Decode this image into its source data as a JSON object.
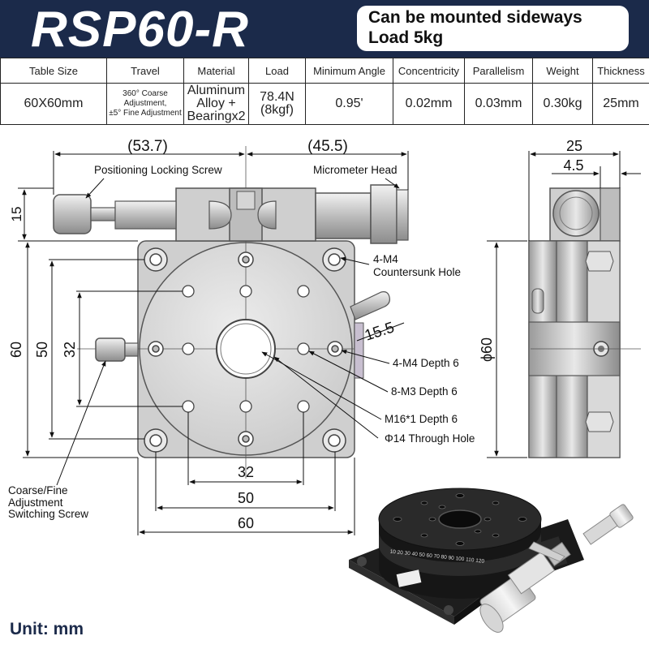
{
  "header": {
    "model": "RSP60-R",
    "note_line1": "Can be mounted sideways",
    "note_line2": "Load 5kg"
  },
  "specs": {
    "headers": [
      "Table Size",
      "Travel",
      "Material",
      "Load",
      "Minimum Angle",
      "Concentricity",
      "Parallelism",
      "Weight",
      "Thickness"
    ],
    "table_size": "60X60mm",
    "travel_line1": "360° Coarse",
    "travel_line2": "Adjustment,",
    "travel_line3": "±5° Fine Adjustment",
    "material_line1": "Aluminum",
    "material_line2": "Alloy +",
    "material_line3": "Bearingx2",
    "load_line1": "78.4N",
    "load_line2": "(8kgf)",
    "min_angle": "0.95'",
    "concentricity": "0.02mm",
    "parallelism": "0.03mm",
    "weight": "0.30kg",
    "thickness": "25mm"
  },
  "top_view": {
    "dim_left": "(53.7)",
    "dim_right": "(45.5)",
    "dim_15": "15",
    "dim_60_v": "60",
    "dim_50_v": "50",
    "dim_32_v": "32",
    "dim_32_h": "32",
    "dim_50_h": "50",
    "dim_60_h": "60",
    "dim_15_5": "15.5",
    "label_locking_screw": "Positioning Locking Screw",
    "label_micrometer": "Micrometer Head",
    "label_countersunk_1": "4-M4",
    "label_countersunk_2": "Countersunk Hole",
    "label_m4_depth": "4-M4 Depth 6",
    "label_m3_depth": "8-M3 Depth 6",
    "label_m16": "M16*1 Depth 6",
    "label_through": "Φ14 Through Hole",
    "label_switch_1": "Coarse/Fine",
    "label_switch_2": "Adjustment",
    "label_switch_3": "Switching Screw"
  },
  "side_view": {
    "dim_25": "25",
    "dim_4_5": "4.5",
    "dim_dia60": "ϕ60"
  },
  "photo": {
    "dial_scale": "10 20 30 40 50 60 70 80 90 100 110 120"
  },
  "footer": {
    "unit": "Unit: mm"
  },
  "colors": {
    "banner": "#1b2a4a",
    "metal": "#d9d9d9",
    "metal_dark": "#9a9a9a",
    "stage_black": "#1e1e1e"
  }
}
